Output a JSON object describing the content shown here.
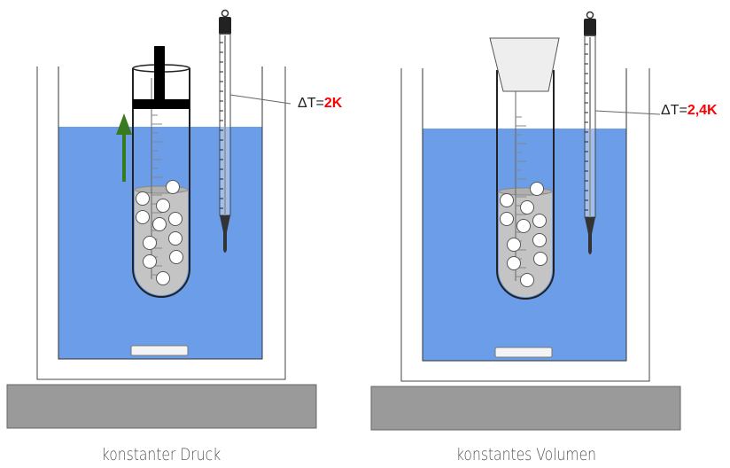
{
  "panels": [
    {
      "caption": "konstanter Druck",
      "delta_label": "ΔT=",
      "delta_value": "2K",
      "closure": "piston",
      "arrow": true
    },
    {
      "caption": "konstantes Volumen",
      "delta_label": "ΔT=",
      "delta_value": "2,4K",
      "closure": "stopper",
      "arrow": false
    }
  ],
  "colors": {
    "water": "#6b9de8",
    "base": "#9a9a9a",
    "liquid": "#c4c4c4",
    "arrow": "#3a7a1e",
    "delta": "#ff0000"
  }
}
